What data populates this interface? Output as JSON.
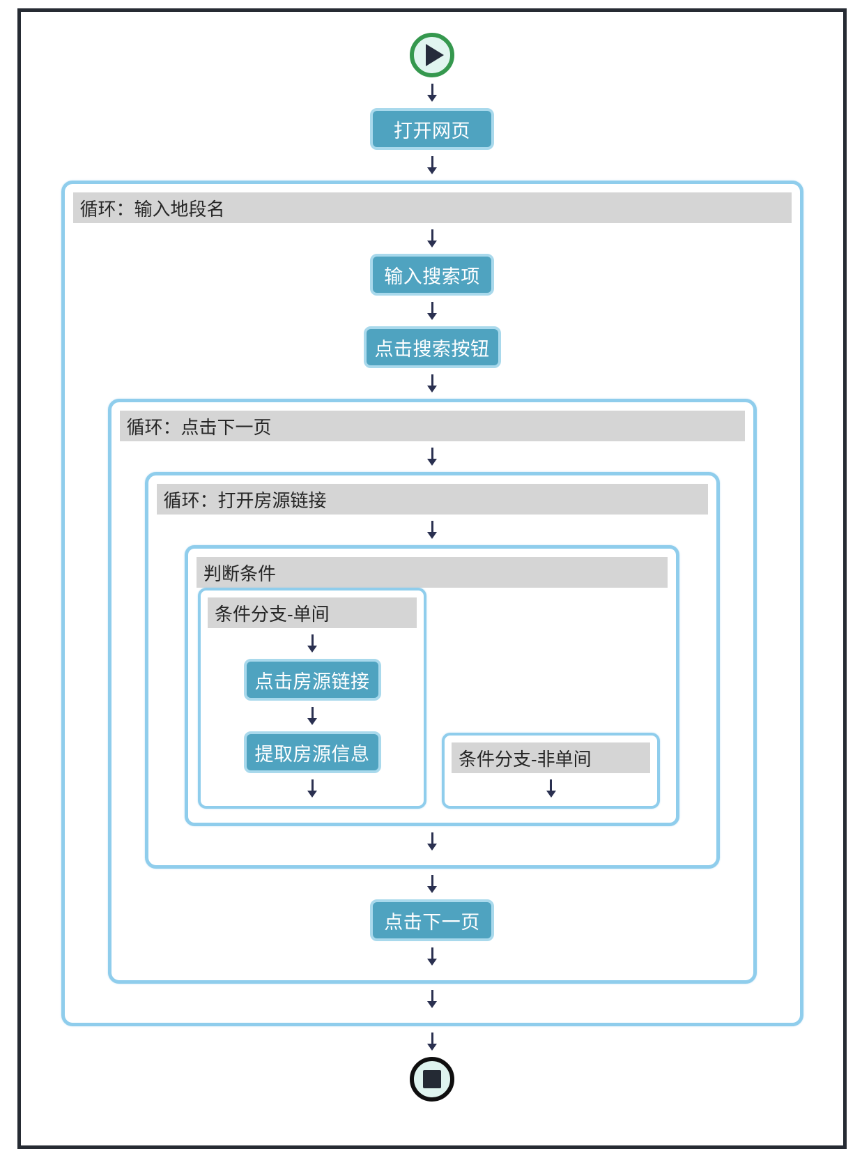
{
  "nodes": {
    "open_webpage": "打开网页",
    "input_search_term": "输入搜索项",
    "click_search_button": "点击搜索按钮",
    "click_listing_link": "点击房源链接",
    "extract_listing_info": "提取房源信息",
    "click_next_page": "点击下一页"
  },
  "loops": {
    "input_location": "循环：输入地段名",
    "next_page": "循环：点击下一页",
    "open_listing": "循环：打开房源链接"
  },
  "condition": {
    "title": "判断条件",
    "branch_single_room": "条件分支-单间",
    "branch_non_single_room": "条件分支-非单间"
  },
  "icons": {
    "start": "play-icon",
    "end": "stop-icon",
    "connector": "arrow-down-icon"
  },
  "colors": {
    "node_fill": "#4FA3C0",
    "node_border": "#A9D9EC",
    "container_border": "#8FCDEC",
    "header_bg": "#D5D5D5",
    "start_green": "#35984E",
    "arrow": "#2A3050",
    "frame": "#262B33"
  }
}
